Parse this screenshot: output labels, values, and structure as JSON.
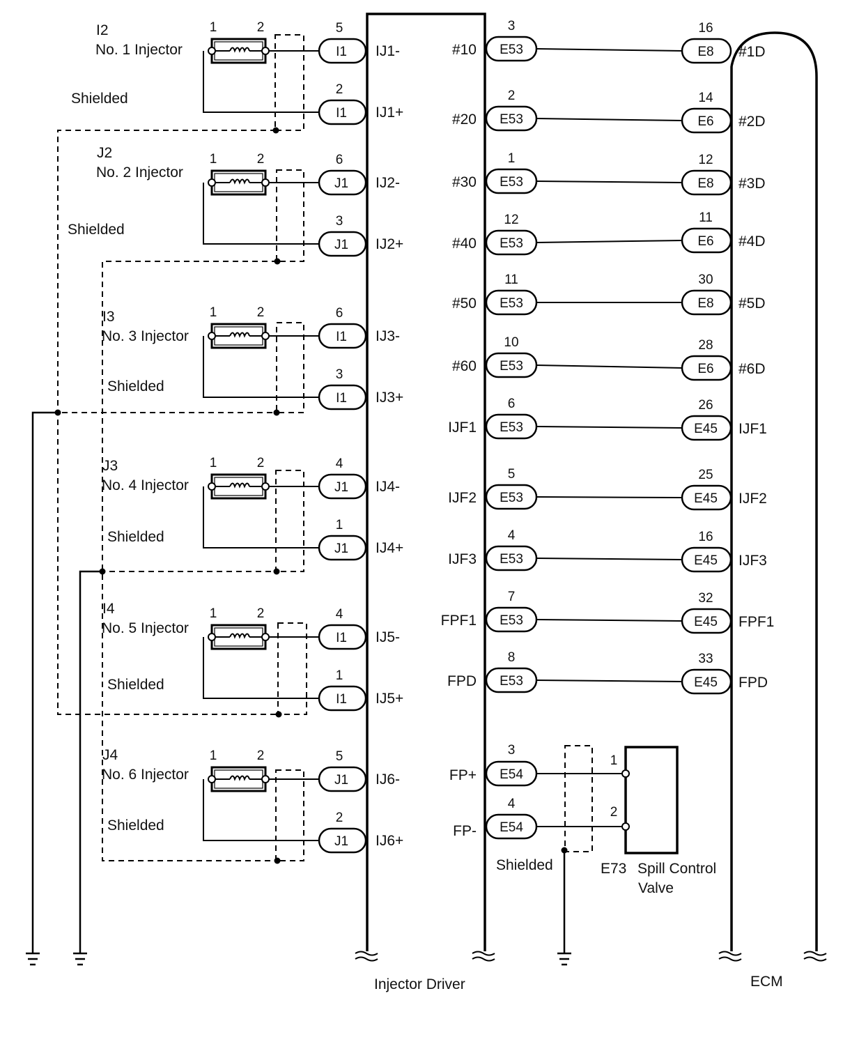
{
  "injectors": [
    {
      "code": "I2",
      "name": "No. 1 Injector",
      "pin1": "1",
      "pin2": "2",
      "shield": "Shielded",
      "conn": "I1",
      "top_pin": "5",
      "bot_pin": "2",
      "sig_minus": "IJ1-",
      "sig_plus": "IJ1+"
    },
    {
      "code": "J2",
      "name": "No. 2 Injector",
      "pin1": "1",
      "pin2": "2",
      "shield": "Shielded",
      "conn": "J1",
      "top_pin": "6",
      "bot_pin": "3",
      "sig_minus": "IJ2-",
      "sig_plus": "IJ2+"
    },
    {
      "code": "I3",
      "name": "No. 3 Injector",
      "pin1": "1",
      "pin2": "2",
      "shield": "Shielded",
      "conn": "I1",
      "top_pin": "6",
      "bot_pin": "3",
      "sig_minus": "IJ3-",
      "sig_plus": "IJ3+"
    },
    {
      "code": "J3",
      "name": "No. 4 Injector",
      "pin1": "1",
      "pin2": "2",
      "shield": "Shielded",
      "conn": "J1",
      "top_pin": "4",
      "bot_pin": "1",
      "sig_minus": "IJ4-",
      "sig_plus": "IJ4+"
    },
    {
      "code": "I4",
      "name": "No. 5 Injector",
      "pin1": "1",
      "pin2": "2",
      "shield": "Shielded",
      "conn": "I1",
      "top_pin": "4",
      "bot_pin": "1",
      "sig_minus": "IJ5-",
      "sig_plus": "IJ5+"
    },
    {
      "code": "J4",
      "name": "No. 6 Injector",
      "pin1": "1",
      "pin2": "2",
      "shield": "Shielded",
      "conn": "J1",
      "top_pin": "5",
      "bot_pin": "2",
      "sig_minus": "IJ6-",
      "sig_plus": "IJ6+"
    }
  ],
  "links": [
    {
      "left_label": "#10",
      "left_conn": "E53",
      "left_pin": "3",
      "right_conn": "E8",
      "right_pin": "16",
      "right_label": "#1D"
    },
    {
      "left_label": "#20",
      "left_conn": "E53",
      "left_pin": "2",
      "right_conn": "E6",
      "right_pin": "14",
      "right_label": "#2D"
    },
    {
      "left_label": "#30",
      "left_conn": "E53",
      "left_pin": "1",
      "right_conn": "E8",
      "right_pin": "12",
      "right_label": "#3D"
    },
    {
      "left_label": "#40",
      "left_conn": "E53",
      "left_pin": "12",
      "right_conn": "E6",
      "right_pin": "11",
      "right_label": "#4D"
    },
    {
      "left_label": "#50",
      "left_conn": "E53",
      "left_pin": "11",
      "right_conn": "E8",
      "right_pin": "30",
      "right_label": "#5D"
    },
    {
      "left_label": "#60",
      "left_conn": "E53",
      "left_pin": "10",
      "right_conn": "E6",
      "right_pin": "28",
      "right_label": "#6D"
    },
    {
      "left_label": "IJF1",
      "left_conn": "E53",
      "left_pin": "6",
      "right_conn": "E45",
      "right_pin": "26",
      "right_label": "IJF1"
    },
    {
      "left_label": "IJF2",
      "left_conn": "E53",
      "left_pin": "5",
      "right_conn": "E45",
      "right_pin": "25",
      "right_label": "IJF2"
    },
    {
      "left_label": "IJF3",
      "left_conn": "E53",
      "left_pin": "4",
      "right_conn": "E45",
      "right_pin": "16",
      "right_label": "IJF3"
    },
    {
      "left_label": "FPF1",
      "left_conn": "E53",
      "left_pin": "7",
      "right_conn": "E45",
      "right_pin": "32",
      "right_label": "FPF1"
    },
    {
      "left_label": "FPD",
      "left_conn": "E53",
      "left_pin": "8",
      "right_conn": "E45",
      "right_pin": "33",
      "right_label": "FPD"
    }
  ],
  "spill": {
    "rows": [
      {
        "label": "FP+",
        "conn": "E54",
        "pin": "3",
        "valve_pin": "1"
      },
      {
        "label": "FP-",
        "conn": "E54",
        "pin": "4",
        "valve_pin": "2"
      }
    ],
    "shield": "Shielded",
    "code": "E73",
    "name_line1": "Spill Control",
    "name_line2": "Valve"
  },
  "footer": {
    "driver": "Injector Driver",
    "ecm": "ECM"
  }
}
